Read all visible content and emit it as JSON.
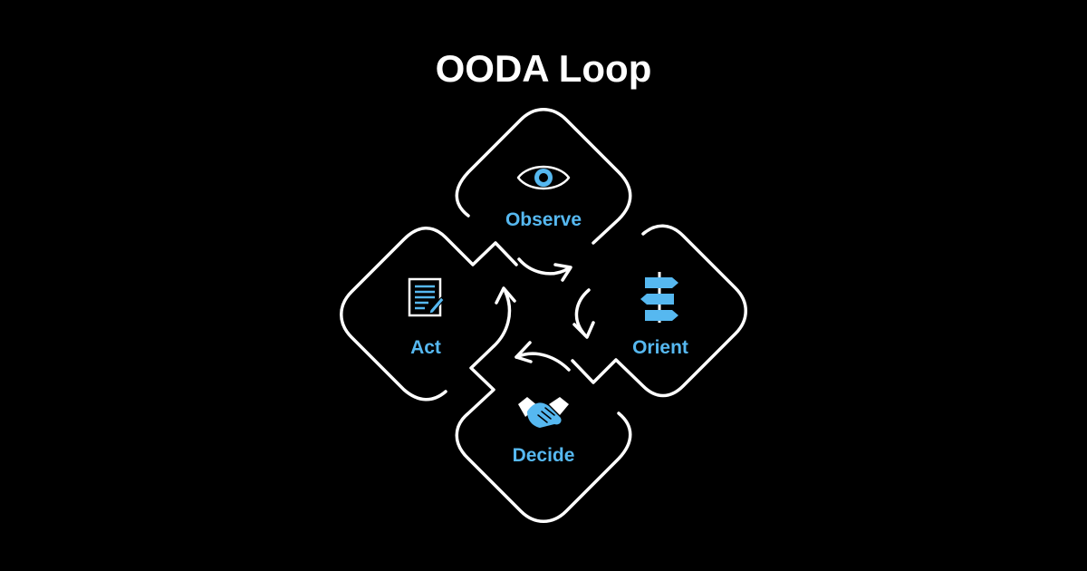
{
  "title": "OODA Loop",
  "colors": {
    "background": "#000000",
    "outline": "#ffffff",
    "accent": "#56b8f0"
  },
  "stages": [
    {
      "id": "observe",
      "label": "Observe",
      "icon": "eye-icon"
    },
    {
      "id": "orient",
      "label": "Orient",
      "icon": "signpost-icon"
    },
    {
      "id": "decide",
      "label": "Decide",
      "icon": "handshake-icon"
    },
    {
      "id": "act",
      "label": "Act",
      "icon": "document-pen-icon"
    }
  ],
  "flow": [
    {
      "from": "Observe",
      "to": "Orient"
    },
    {
      "from": "Orient",
      "to": "Decide"
    },
    {
      "from": "Decide",
      "to": "Act"
    },
    {
      "from": "Act",
      "to": "Observe"
    }
  ]
}
